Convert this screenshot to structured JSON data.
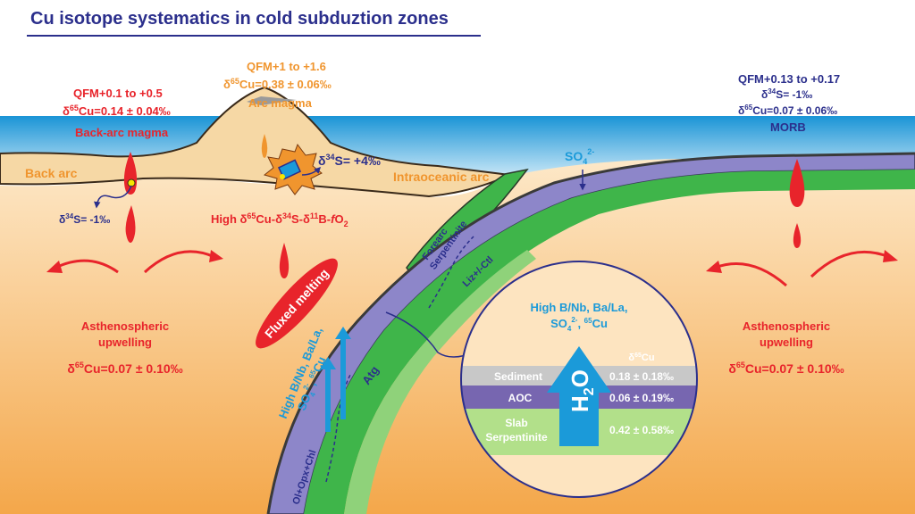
{
  "title": "Cu isotope systematics in cold subduztion zones",
  "back_arc": {
    "label": "Back arc",
    "fo2": "QFM+0.1 to +0.5",
    "cu_prefix": "δ",
    "cu_mass": "65",
    "cu_value": "Cu=0.14 ± 0.04‰",
    "magma": "Back-arc magma",
    "s_prefix": "δ",
    "s_mass": "34",
    "s_value": "S= -1‰"
  },
  "arc": {
    "fo2": "QFM+1 to +1.6",
    "cu_prefix": "δ",
    "cu_mass": "65",
    "cu_value": "Cu=0.38 ± 0.06‰",
    "magma": "Arc magma",
    "s_prefix": "δ",
    "s_mass": "34",
    "s_value": "S= +4‰",
    "label": "Intraoceanic arc"
  },
  "high_signature": {
    "high": "High ",
    "d1": "δ",
    "m1": "65",
    "e1": "Cu-",
    "d2": "δ",
    "m2": "34",
    "e2": "S-",
    "d3": "δ",
    "m3": "11",
    "e3": "B-",
    "f": "f",
    "o": "O",
    "o_sub": "2"
  },
  "morb": {
    "fo2": "QFM+0.13 to +0.17",
    "s_prefix": "δ",
    "s_mass": "34",
    "s_value": "S= -1‰",
    "cu_prefix": "δ",
    "cu_mass": "65",
    "cu_value": "Cu=0.07 ± 0.06‰",
    "label": "MORB"
  },
  "so4": {
    "text": "SO",
    "sub": "4",
    "sup": "2-"
  },
  "asthenosphere_left": {
    "line1": "Asthenospheric",
    "line2": "upwelling",
    "cu_prefix": "δ",
    "cu_mass": "65",
    "cu_value": "Cu=0.07 ± 0.10‰"
  },
  "asthenosphere_right": {
    "line1": "Asthenospheric",
    "line2": "upwelling",
    "cu_prefix": "δ",
    "cu_mass": "65",
    "cu_value": "Cu=0.07 ± 0.10‰"
  },
  "fluxed_melting": "Fluxed melting",
  "slab_fluid": {
    "line1": "High B/Nb, Ba/La,",
    "so": "SO",
    "sub": "4",
    "sup": "2-",
    "sep": ", ",
    "mass": "65",
    "cu": "Cu"
  },
  "forearc": {
    "line1": "Forearc",
    "line2": "Serpentinite"
  },
  "liz": "Liz+/-Ctl",
  "atg": "Atg",
  "ol_opx": "Ol+Opx+Chl",
  "inset": {
    "line1": "High B/Nb, Ba/La,",
    "so": "SO",
    "sub": "4",
    "sup": "2-",
    "sep": ", ",
    "mass": "65",
    "cu": "Cu",
    "h2o_h": "H",
    "h2o_2": "2",
    "h2o_o": "O",
    "col_prefix": "δ",
    "col_mass": "65",
    "col_cu": "Cu",
    "layers": [
      {
        "name": "Sediment",
        "value": "0.18 ± 0.18‰",
        "color": "#c8c8c8"
      },
      {
        "name": "AOC",
        "value": "0.06 ± 0.19‰",
        "color": "#7766b0"
      },
      {
        "name_line1": "Slab",
        "name_line2": "Serpentinite",
        "value": "0.42 ± 0.58‰",
        "color": "#b2e08a"
      }
    ]
  },
  "colors": {
    "title": "#2b2f8c",
    "red": "#e8242b",
    "orange": "#f0952e",
    "navy": "#2b2f8c",
    "cyan": "#1b9ad9",
    "crust": "#f6d8a5",
    "serpentinite_green": "#3fb54a",
    "slab_purple": "#8d86c9"
  }
}
